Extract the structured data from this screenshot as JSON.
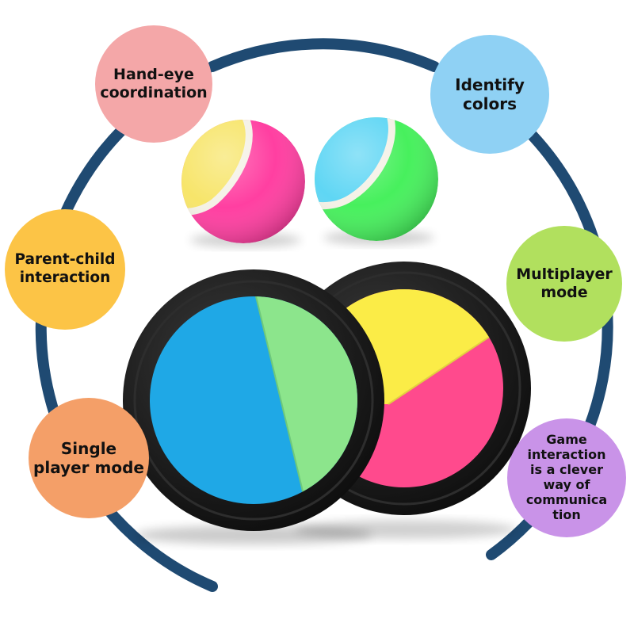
{
  "labels": {
    "hand_eye": "Hand-eye\ncoordination",
    "identify_colors": "Identify\ncolors",
    "parent_child": "Parent-child\ninteraction",
    "multiplayer": "Multiplayer\nmode",
    "single_player": "Single\nplayer mode",
    "game_interaction": "Game\ninteraction\nis a clever\nway of\ncommunica\ntion"
  },
  "colors": {
    "ring": "#1f4a72",
    "hand_eye_bubble": "#f4a7a8",
    "identify_colors_bubble": "#8fd1f4",
    "parent_child_bubble": "#fcc446",
    "multiplayer_bubble": "#b1e05e",
    "single_player_bubble": "#f49f68",
    "game_interaction_bubble": "#c993e8",
    "ball_yellow": "#f7e56a",
    "ball_pink": "#ff3fa1",
    "ball_cyan": "#5fd6f4",
    "ball_green": "#47f05d",
    "paddle_blue": "#1fa8e6",
    "paddle_light_green": "#8ce58c",
    "paddle_yellow": "#fbec47",
    "paddle_pink": "#ff4a8d",
    "paddle_rim": "#121212"
  }
}
